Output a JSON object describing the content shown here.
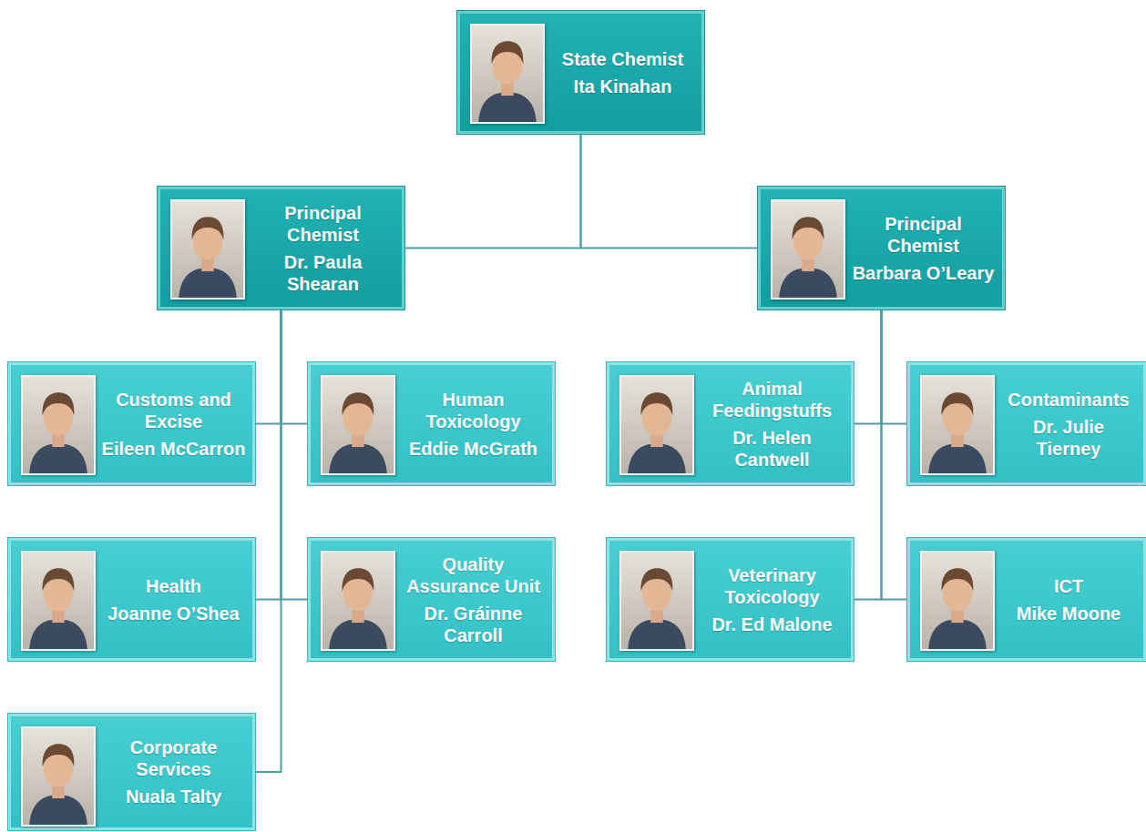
{
  "diagram": {
    "nodes": [
      {
        "text": [
          "State Chemist",
          "Ita Kinahan"
        ]
      },
      {
        "text": [
          "Principal Chemist",
          "Dr. Paula Shearan"
        ]
      },
      {
        "text": [
          "Principal Chemist",
          "Barbara O’Leary"
        ]
      },
      {
        "text": [
          "Customs and Excise",
          "Eileen McCarron"
        ]
      },
      {
        "text": [
          "Human Toxicology",
          "Eddie McGrath"
        ]
      },
      {
        "text": [
          "Animal Feedingstuffs",
          "Dr. Helen Cantwell"
        ]
      },
      {
        "text": [
          "Contaminants",
          "Dr. Julie Tierney"
        ]
      },
      {
        "text": [
          "Health",
          "Joanne O’Shea"
        ]
      },
      {
        "text": [
          "Quality Assurance Unit",
          "Dr. Gráinne Carroll"
        ]
      },
      {
        "text": [
          "Veterinary Toxicology",
          "Dr. Ed Malone"
        ]
      },
      {
        "text": [
          "ICT",
          "Mike Moone"
        ]
      },
      {
        "text": [
          "Corporate Services",
          "Nuala Talty"
        ]
      }
    ],
    "edges": [
      {
        "from": 0,
        "to": 1,
        "arrow": "none"
      },
      {
        "from": 0,
        "to": 2,
        "arrow": "none"
      },
      {
        "from": 1,
        "to": 3,
        "arrow": "none"
      },
      {
        "from": 1,
        "to": 4,
        "arrow": "none"
      },
      {
        "from": 1,
        "to": 7,
        "arrow": "none"
      },
      {
        "from": 1,
        "to": 8,
        "arrow": "none"
      },
      {
        "from": 1,
        "to": 11,
        "arrow": "none"
      },
      {
        "from": 2,
        "to": 5,
        "arrow": "none"
      },
      {
        "from": 2,
        "to": 6,
        "arrow": "none"
      },
      {
        "from": 2,
        "to": 9,
        "arrow": "none"
      },
      {
        "from": 2,
        "to": 10,
        "arrow": "none"
      }
    ]
  }
}
